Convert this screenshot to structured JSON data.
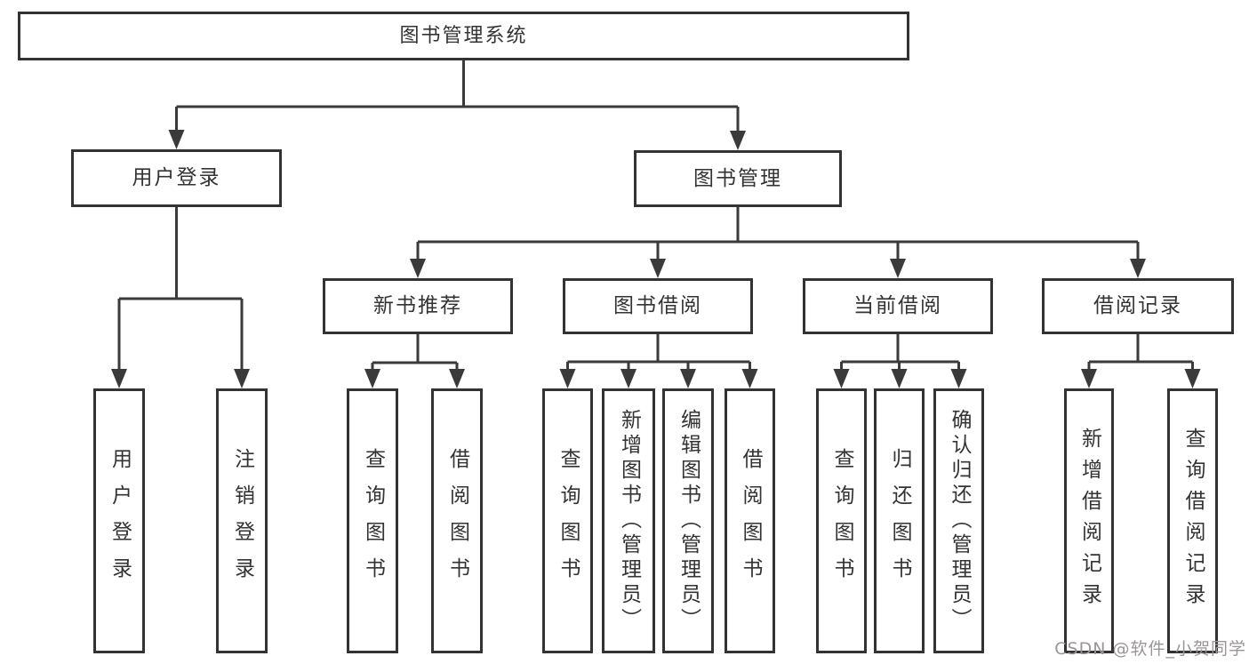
{
  "tree": {
    "root": "图书管理系统",
    "children": [
      {
        "label": "用户登录",
        "children": [
          "用户登录",
          "注销登录"
        ]
      },
      {
        "label": "图书管理",
        "children": [
          {
            "label": "新书推荐",
            "children": [
              "查询图书",
              "借阅图书"
            ]
          },
          {
            "label": "图书借阅",
            "children": [
              "查询图书",
              "新增图书（管理员）",
              "编辑图书（管理员）",
              "借阅图书"
            ]
          },
          {
            "label": "当前借阅",
            "children": [
              "查询图书",
              "归还图书",
              "确认归还（管理员）"
            ]
          },
          {
            "label": "借阅记录",
            "children": [
              "新增借阅记录",
              "查询借阅记录"
            ]
          }
        ]
      }
    ]
  },
  "watermark": {
    "text": "CSDN @软件_小贺同学"
  },
  "colors": {
    "line": "#3a3a3a",
    "box_border": "#333333",
    "box_fill": "#ffffff",
    "text": "#333333",
    "watermark_text": "#9b9595",
    "background": "#ffffff"
  }
}
